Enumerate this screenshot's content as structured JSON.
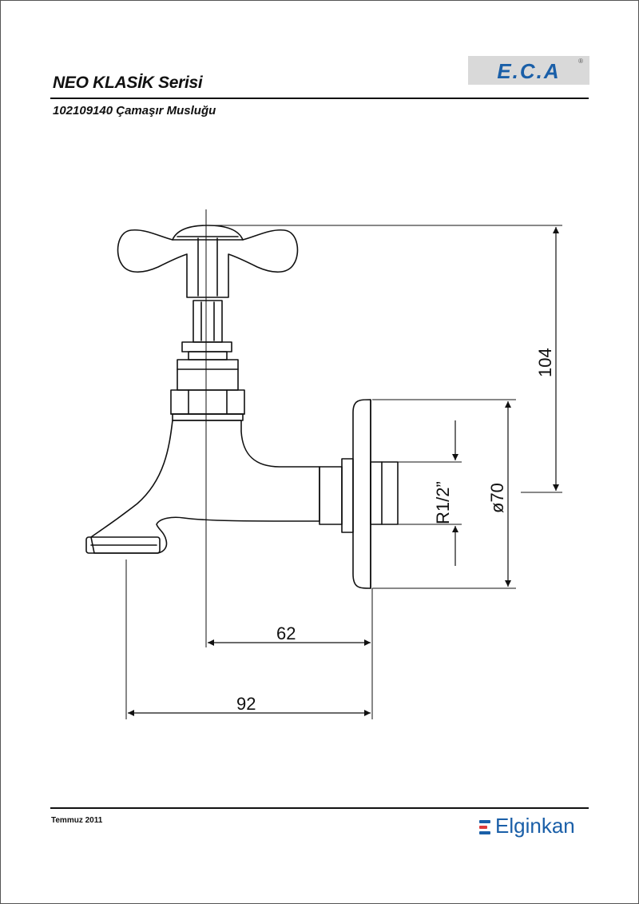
{
  "header": {
    "series_title": "NEO KLASİK Serisi",
    "product_title": "102109140 Çamaşır Musluğu",
    "logo_text": "E.C.A",
    "logo_mark": "®"
  },
  "dimensions": {
    "height": "104",
    "diameter": "ø70",
    "thread": "R1/2”",
    "depth_short": "62",
    "depth_long": "92"
  },
  "footer": {
    "date": "Temmuz 2011",
    "brand": "Elginkan"
  },
  "colors": {
    "brand_blue": "#1a5fa8",
    "logo_bg": "#d9d9d9",
    "line": "#111111"
  }
}
